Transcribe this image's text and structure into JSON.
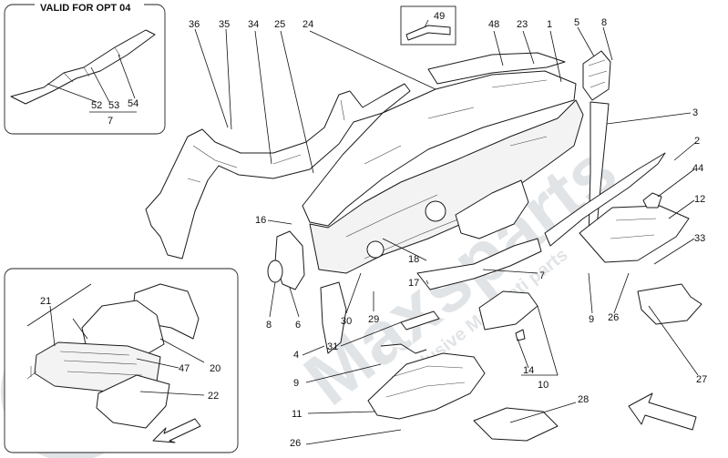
{
  "inset_top_left": {
    "title": "VALID FOR OPT 04",
    "group_label": "7",
    "labels": [
      "52",
      "53",
      "54"
    ]
  },
  "inset_small": {
    "label": "49"
  },
  "watermark": {
    "brand": "Maxsparts",
    "subtitle": "Exclusive Maserati parts",
    "color": "#c9ced4"
  },
  "callouts": [
    {
      "id": "36",
      "text": "36"
    },
    {
      "id": "35",
      "text": "35"
    },
    {
      "id": "34",
      "text": "34"
    },
    {
      "id": "25",
      "text": "25"
    },
    {
      "id": "24",
      "text": "24"
    },
    {
      "id": "48",
      "text": "48"
    },
    {
      "id": "23",
      "text": "23"
    },
    {
      "id": "1",
      "text": "1"
    },
    {
      "id": "5",
      "text": "5"
    },
    {
      "id": "8a",
      "text": "8"
    },
    {
      "id": "3",
      "text": "3"
    },
    {
      "id": "2",
      "text": "2"
    },
    {
      "id": "44",
      "text": "44"
    },
    {
      "id": "12",
      "text": "12"
    },
    {
      "id": "33",
      "text": "33"
    },
    {
      "id": "16",
      "text": "16"
    },
    {
      "id": "18",
      "text": "18"
    },
    {
      "id": "7",
      "text": "7"
    },
    {
      "id": "17",
      "text": "17"
    },
    {
      "id": "8b",
      "text": "8"
    },
    {
      "id": "6",
      "text": "6"
    },
    {
      "id": "30",
      "text": "30"
    },
    {
      "id": "29",
      "text": "29"
    },
    {
      "id": "9a",
      "text": "9"
    },
    {
      "id": "26a",
      "text": "26"
    },
    {
      "id": "4",
      "text": "4"
    },
    {
      "id": "31",
      "text": "31"
    },
    {
      "id": "9b",
      "text": "9"
    },
    {
      "id": "14",
      "text": "14"
    },
    {
      "id": "10",
      "text": "10"
    },
    {
      "id": "27",
      "text": "27"
    },
    {
      "id": "21",
      "text": "21"
    },
    {
      "id": "47",
      "text": "47"
    },
    {
      "id": "20",
      "text": "20"
    },
    {
      "id": "22",
      "text": "22"
    },
    {
      "id": "11",
      "text": "11"
    },
    {
      "id": "28",
      "text": "28"
    },
    {
      "id": "26b",
      "text": "26"
    }
  ]
}
